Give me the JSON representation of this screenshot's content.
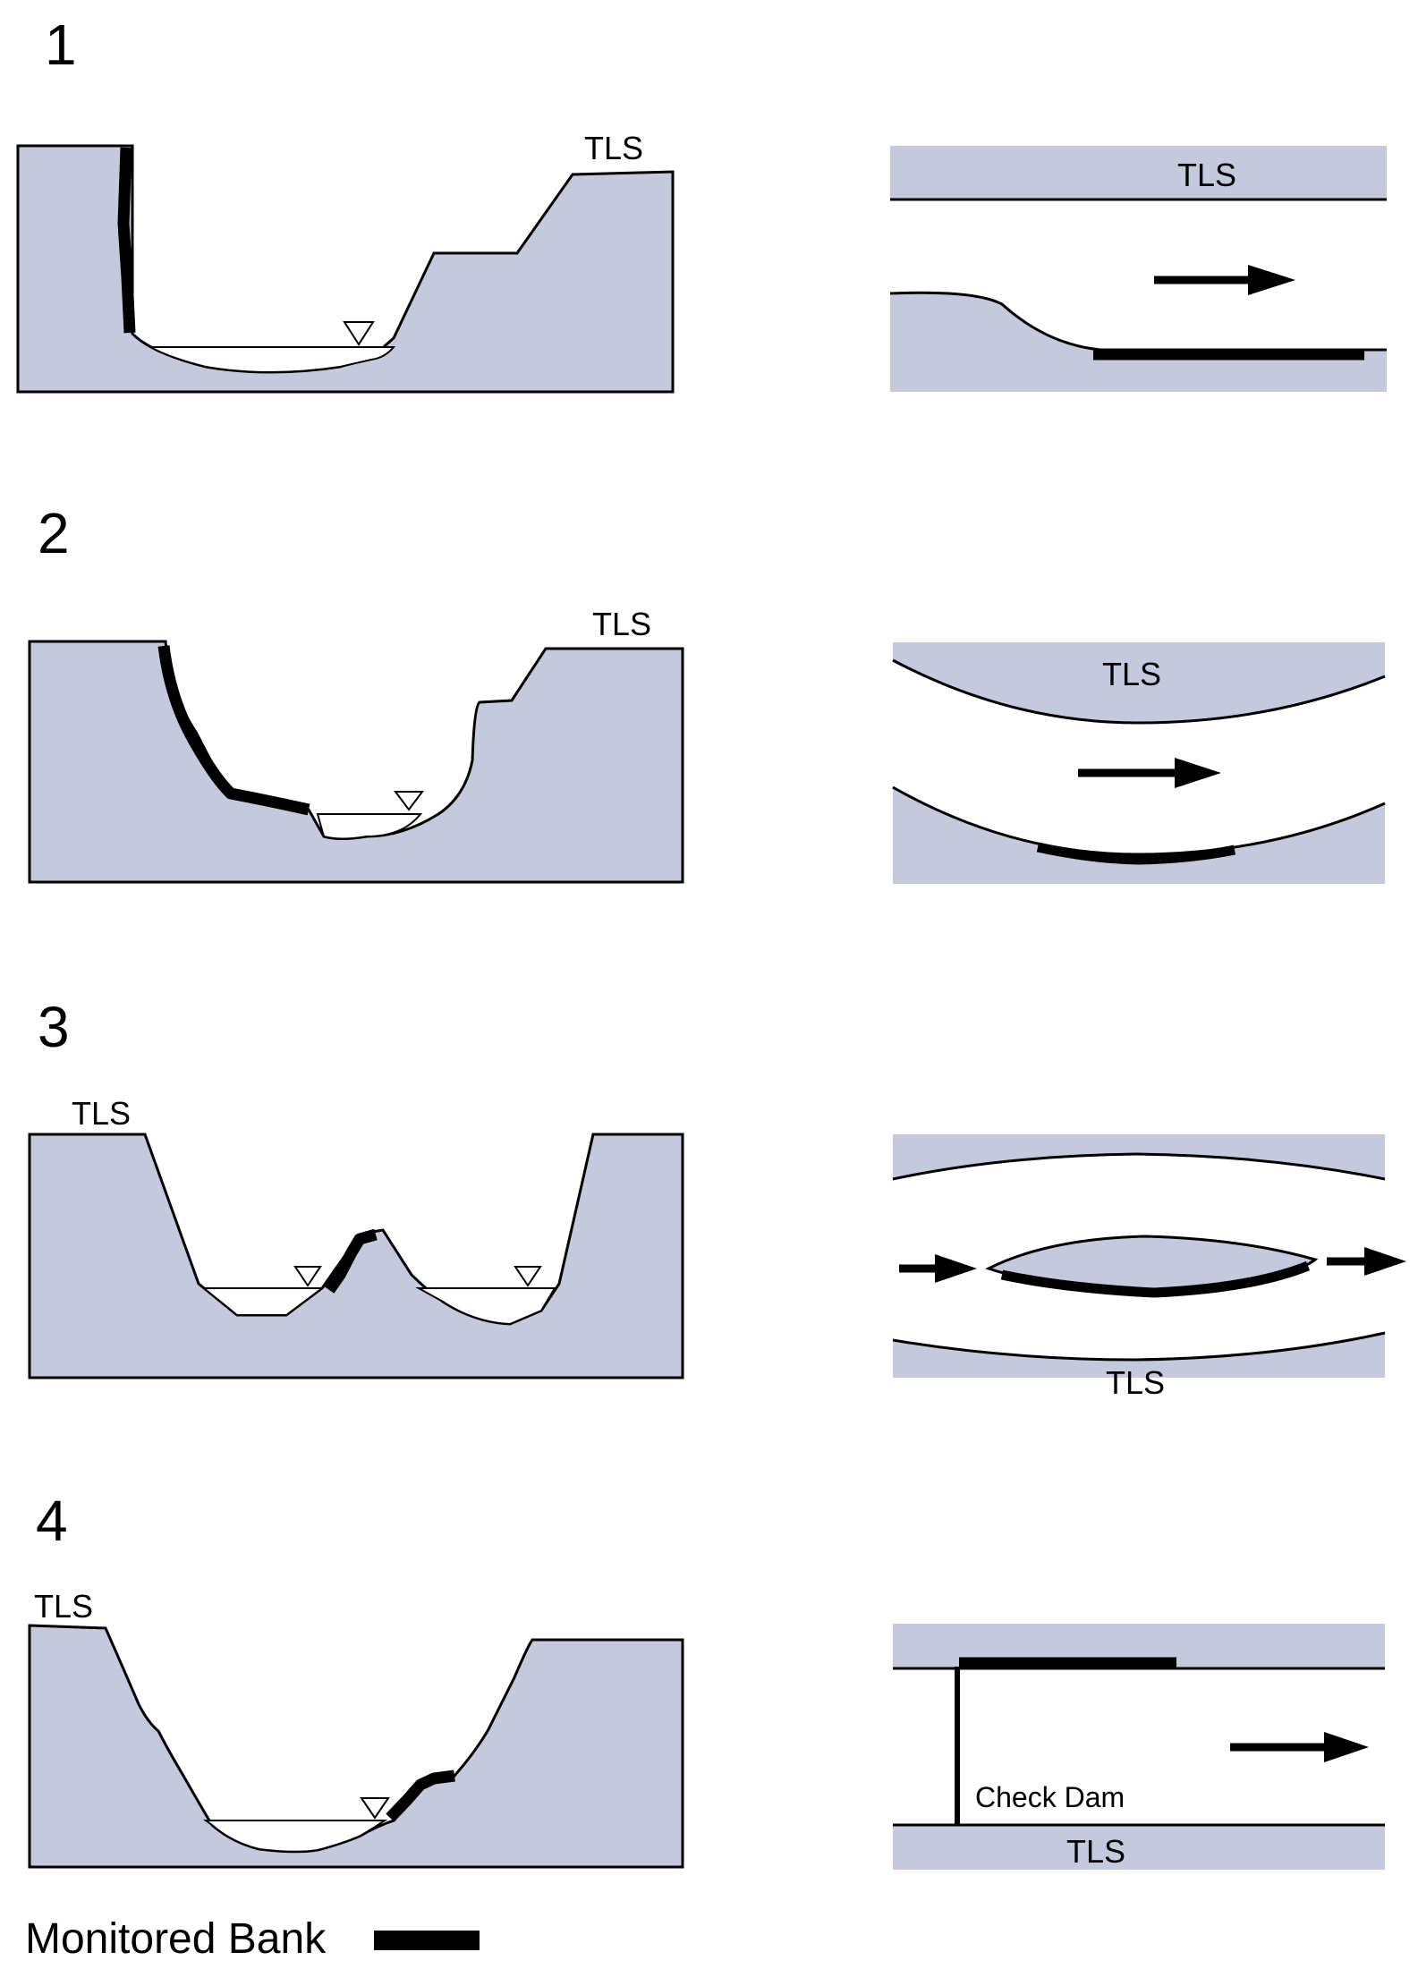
{
  "panels": [
    {
      "number": "1",
      "cross_section_label": "TLS",
      "plan_label": "TLS"
    },
    {
      "number": "2",
      "cross_section_label": "TLS",
      "plan_label": "TLS"
    },
    {
      "number": "3",
      "cross_section_label": "TLS",
      "plan_label": "TLS"
    },
    {
      "number": "4",
      "cross_section_label": "TLS",
      "plan_label": "TLS",
      "check_dam_label": "Check Dam"
    }
  ],
  "legend": {
    "label": "Monitored Bank"
  },
  "colors": {
    "ground": "#c4c9dd",
    "line": "#000000",
    "water": "#ffffff"
  }
}
